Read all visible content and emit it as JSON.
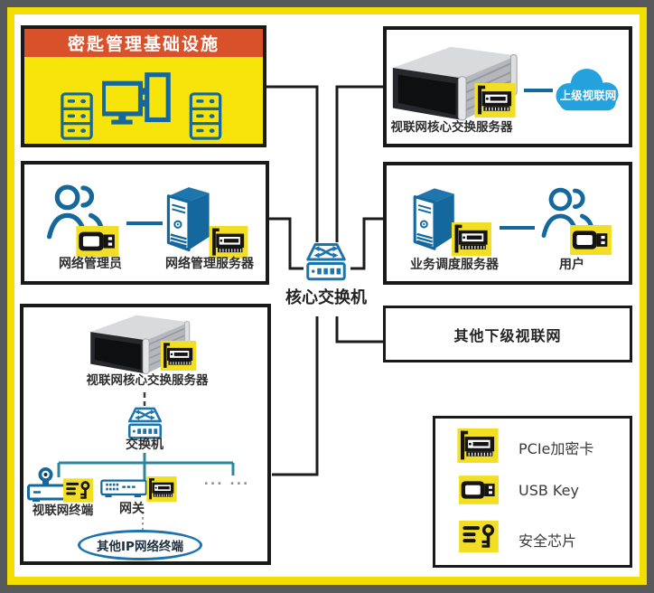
{
  "diagram": {
    "kmi": {
      "title": "密匙管理基础设施"
    },
    "admin_box": {
      "admin": "网络管理员",
      "server": "网络管理服务器"
    },
    "top_right_box": {
      "server": "视联网核心交换服务器",
      "cloud": "上级视联网"
    },
    "mid_right_box": {
      "server": "业务调度服务器",
      "user": "用户"
    },
    "core_switch": {
      "label": "核心交换机"
    },
    "other_net_box": {
      "label": "其他下级视联网"
    },
    "subnet_box": {
      "server": "视联网核心交换服务器",
      "switch": "交换机",
      "terminal": "视联网终端",
      "gateway": "网关",
      "more": "... ...",
      "other_ip": "其他IP网络终端"
    },
    "legend": {
      "items": [
        {
          "icon": "pcie-card-icon",
          "label": "PCIe加密卡"
        },
        {
          "icon": "usb-key-icon",
          "label": "USB Key"
        },
        {
          "icon": "security-chip-icon",
          "label": "安全芯片"
        }
      ]
    },
    "colors": {
      "accent_red": "#d8512b",
      "accent_yellow": "#f6e40a",
      "icon_blue": "#15689e",
      "switch_blue": "#1b74ad",
      "cloud_blue": "#23a2dd",
      "line_teal": "#2b86a2"
    }
  }
}
